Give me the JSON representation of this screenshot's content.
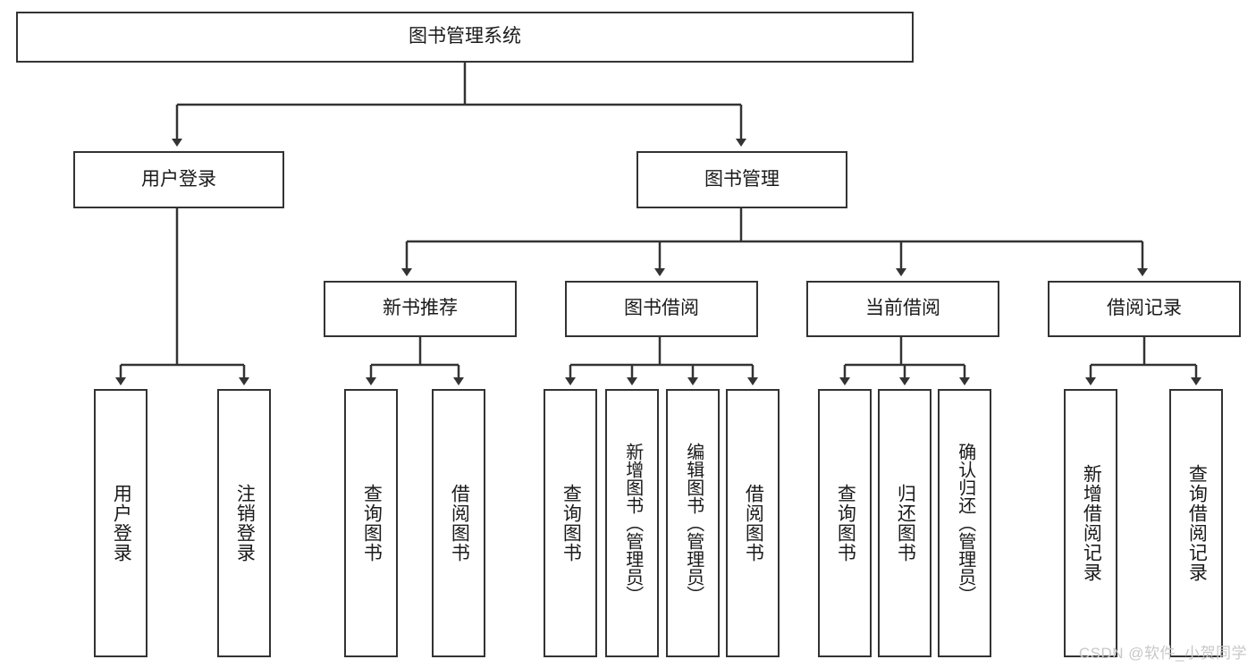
{
  "diagram": {
    "title": "图书管理系统",
    "type": "tree-hierarchy-chart",
    "colors": {
      "border": "#333333",
      "background": "#ffffff",
      "text": "#1a1a1a",
      "watermark": "#c8c8c8"
    },
    "root": {
      "label": "图书管理系统"
    },
    "level1": [
      {
        "label": "用户登录"
      },
      {
        "label": "图书管理"
      }
    ],
    "level2": [
      {
        "label": "新书推荐"
      },
      {
        "label": "图书借阅"
      },
      {
        "label": "当前借阅"
      },
      {
        "label": "借阅记录"
      }
    ],
    "leaves": {
      "user_login": [
        {
          "label": "用户登录"
        },
        {
          "label": "注销登录"
        }
      ],
      "new_book_recommend": [
        {
          "label": "查询图书"
        },
        {
          "label": "借阅图书"
        }
      ],
      "book_borrow": [
        {
          "label": "查询图书"
        },
        {
          "label": "新增图书（管理员）"
        },
        {
          "label": "编辑图书（管理员）"
        },
        {
          "label": "借阅图书"
        }
      ],
      "current_borrow": [
        {
          "label": "查询图书"
        },
        {
          "label": "归还图书"
        },
        {
          "label": "确认归还（管理员）"
        }
      ],
      "borrow_record": [
        {
          "label": "新增借阅记录"
        },
        {
          "label": "查询借阅记录"
        }
      ]
    }
  },
  "watermark": {
    "text": "CSDN @软件_小贺同学"
  }
}
